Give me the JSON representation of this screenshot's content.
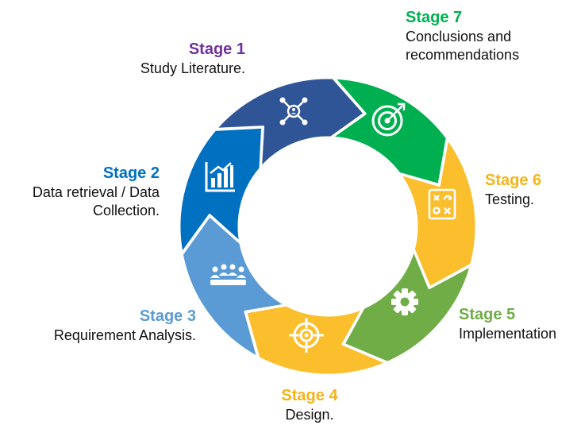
{
  "stages": [
    {
      "title": "Stage 1",
      "description": "Study Literature.",
      "color": "#7030a0",
      "segment_color": "#2f5597",
      "icon": "network-icon"
    },
    {
      "title": "Stage 2",
      "description": "Data retrieval / Data Collection.",
      "color": "#0070c0",
      "segment_color": "#0070c0",
      "icon": "bar-chart-icon"
    },
    {
      "title": "Stage 3",
      "description": "Requirement Analysis.",
      "color": "#5b9bd5",
      "segment_color": "#5b9bd5",
      "icon": "team-meeting-icon"
    },
    {
      "title": "Stage 4",
      "description": "Design.",
      "color": "#f4b41a",
      "segment_color": "#fbbf2d",
      "icon": "target-crosshair-icon"
    },
    {
      "title": "Stage 5",
      "description": "Implementation",
      "color": "#70ad47",
      "segment_color": "#70ad47",
      "icon": "gear-icon"
    },
    {
      "title": "Stage 6",
      "description": "Testing.",
      "color": "#f4b41a",
      "segment_color": "#fbbf2d",
      "icon": "strategy-board-icon"
    },
    {
      "title": "Stage 7",
      "description": "Conclusions and recommendations",
      "color": "#00b050",
      "segment_color": "#00b050",
      "icon": "bullseye-arrow-icon"
    }
  ]
}
